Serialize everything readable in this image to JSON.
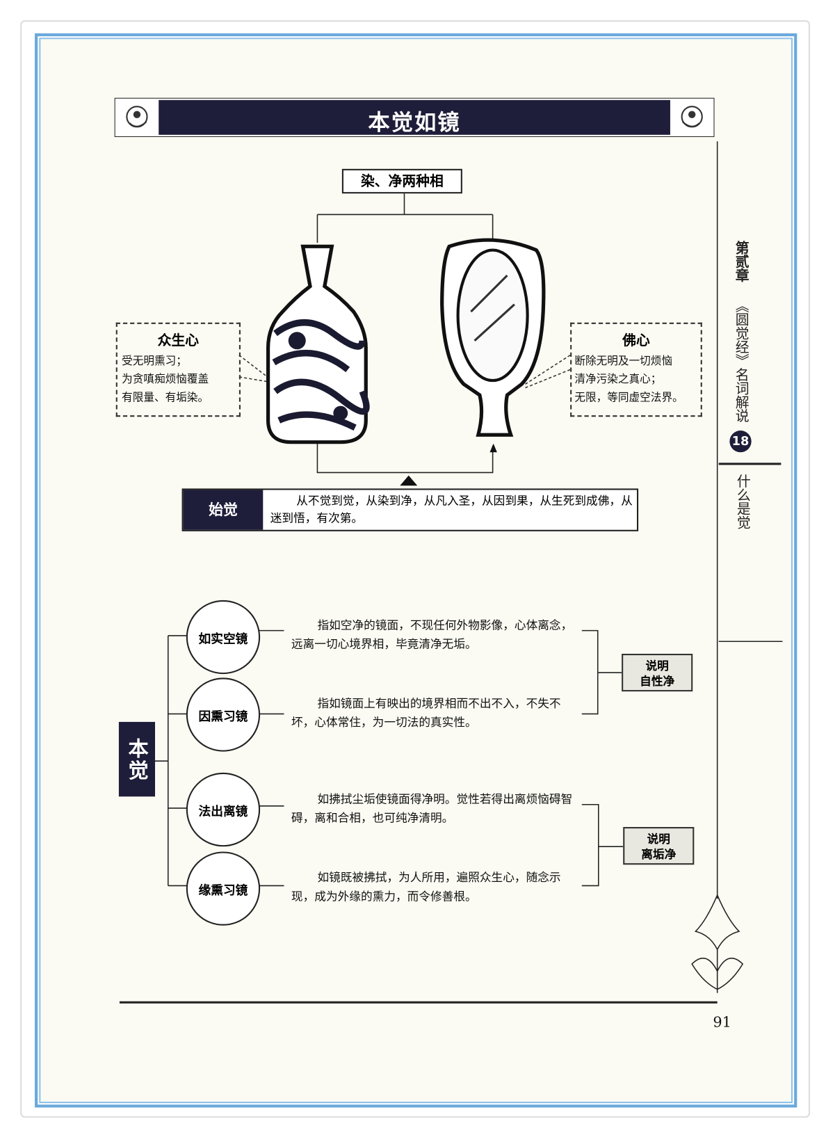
{
  "banner": {
    "title": "本觉如镜"
  },
  "diagram": {
    "top_label": "染、净两种相",
    "left": {
      "title": "众生心",
      "lines": [
        "受无明熏习；",
        "为贪嗔痴烦恼覆盖",
        "有限量、有垢染。"
      ]
    },
    "right": {
      "title": "佛心",
      "lines": [
        "断除无明及一切烦恼",
        "清净污染之真心；",
        "无限，等同虚空法界。"
      ]
    },
    "shijue": {
      "label": "始觉",
      "text": "从不觉到觉，从染到净，从凡入圣，从因到果，从生死到成佛，从迷到悟，有次第。"
    }
  },
  "benjue": {
    "label": "本觉",
    "items": [
      {
        "name": "如实空镜",
        "desc": "指如空净的镜面，不现任何外物影像，心体离念，远离一切心境界相，毕竟清净无垢。"
      },
      {
        "name": "因熏习镜",
        "desc": "指如镜面上有映出的境界相而不出不入，不失不坏，心体常住，为一切法的真实性。"
      },
      {
        "name": "法出离镜",
        "desc": "如拂拭尘垢使镜面得净明。觉性若得出离烦恼碍智碍，离和合相，也可纯净清明。"
      },
      {
        "name": "缘熏习镜",
        "desc": "如镜既被拂拭，为人所用，遍照众生心，随念示现，成为外缘的熏力，而令修善根。"
      }
    ],
    "tags": [
      {
        "line1": "说明",
        "line2": "自性净"
      },
      {
        "line1": "说明",
        "line2": "离垢净"
      }
    ]
  },
  "sidebar": {
    "chapter": "第贰章",
    "book": "《圆觉经》名词解说",
    "number": "18",
    "section": "什么是觉"
  },
  "page_number": "91"
}
